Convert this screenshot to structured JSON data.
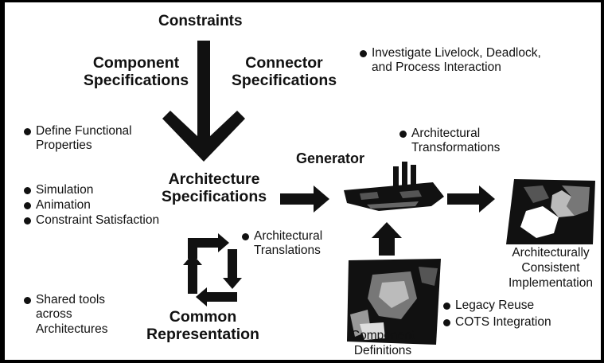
{
  "titles": {
    "constraints": "Constraints",
    "component_specifications": "Component\nSpecifications",
    "connector_specifications": "Connector\nSpecifications",
    "architecture_specifications": "Architecture\nSpecifications",
    "generator": "Generator",
    "common_representation": "Common\nRepresentation",
    "architecturally_consistent_implementation": "Architecturally\nConsistent\nImplementation",
    "component_definitions": "Component\nDefinitions"
  },
  "bullets": {
    "investigate": [
      "Investigate Livelock, Deadlock,",
      "and Process Interaction"
    ],
    "define_functional": [
      "Define Functional",
      "Properties"
    ],
    "architectural_transformations": [
      "Architectural",
      "Transformations"
    ],
    "analysis": [
      "Simulation",
      "Animation",
      "Constraint Satisfaction"
    ],
    "architectural_translations": [
      "Architectural",
      "Translations"
    ],
    "shared_tools": [
      "Shared tools",
      "across",
      "Architectures"
    ],
    "reuse": [
      "Legacy Reuse",
      "COTS Integration"
    ]
  }
}
